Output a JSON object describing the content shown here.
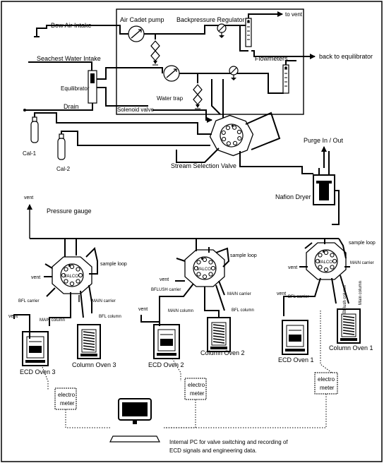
{
  "labels": {
    "bow_air_intake": "Bow Air Intake",
    "air_cadet_pump": "Air Cadet pump",
    "backpressure_regulator": "Backpressure Regulator",
    "to_vent": "to vent",
    "flowmeters": "Flowmeters",
    "back_to_equilibrator": "back to equilibrator",
    "seachest_water_intake": "Seachest Water Intake",
    "equilibrator": "Equilibrator",
    "water_trap": "Water trap",
    "drain": "Drain",
    "solenoid_valve": "Solenoid valve",
    "cal_1": "Cal-1",
    "cal_2": "Cal-2",
    "stream_selection_valve": "Stream Selection Valve",
    "purge_in_out": "Purge In / Out",
    "nafion_dryer": "Nafion Dryer",
    "pressure_gauge": "Pressure gauge",
    "vent_top": "vent",
    "sample_loop_1": "sample loop",
    "sample_loop_2": "sample loop",
    "sample_loop_3": "sample loop",
    "vent_v3": "vent",
    "vent_v2": "vent",
    "vent_v1": "vent",
    "bfl_carrier_v3": "BFL carrier",
    "bflush_carrier_v2": "BFLUSH carrier",
    "bfl_carrier_v1": "BFL carrier",
    "main_carrier_v3": "MAIN carrier",
    "main_carrier_v2": "MAIN carrier",
    "main_carrier_v1": "MAIN carrier",
    "bfl_column_v3": "BFL column",
    "bfl_column_v2": "BFL column",
    "main_column_v3": "MAIN column",
    "main_column_v2": "MAIN column",
    "main_column_v1": "Main column",
    "bflush_column_v1": "BFlush column",
    "vent_ecd3": "vent",
    "vent_ecd2": "vent",
    "vent_ecd1": "vent",
    "ecd_oven_3": "ECD Oven 3",
    "ecd_oven_2": "ECD Oven 2",
    "ecd_oven_1": "ECD Oven 1",
    "column_oven_3": "Column Oven 3",
    "column_oven_2": "Column Oven 2",
    "column_oven_1": "Column Oven 1",
    "electrometer_3_l1": "electro",
    "electrometer_3_l2": "meter",
    "electrometer_2_l1": "electro",
    "electrometer_2_l2": "meter",
    "electrometer_1_l1": "electro",
    "electrometer_1_l2": "meter",
    "pc_caption_l1": "Internal PC for valve switching and recording of",
    "pc_caption_l2": "ECD signals and engineering data.",
    "valve_tag_3": "VALCO",
    "valve_tag_2": "VALCO",
    "valve_tag_1": "VALCO"
  },
  "icons": {
    "pump": "pump-icon",
    "gauge": "pressure-gauge-icon",
    "flowmeter": "flowmeter-icon",
    "gas_cylinder": "gas-cylinder-icon",
    "valve": "rotary-valve-icon",
    "oven": "oven-icon",
    "computer": "computer-icon"
  }
}
